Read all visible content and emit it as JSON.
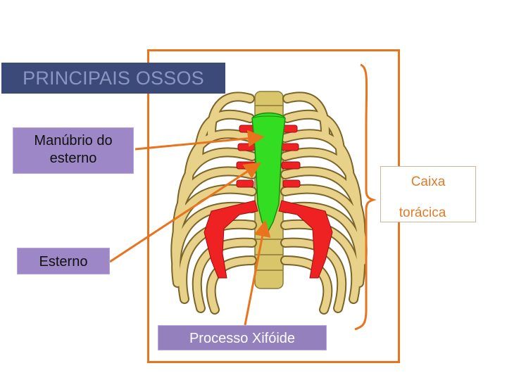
{
  "title": "PRINCIPAIS OSSOS",
  "labels": {
    "manubrio": "Manúbrio do esterno",
    "esterno": "Esterno",
    "xifoide": "Processo Xifóide",
    "caixa_line1": "Caixa",
    "caixa_line2": "torácica"
  },
  "colors": {
    "frame": "#e8741e",
    "arrow": "#e8741e",
    "title_bg": "#3c4a7a",
    "title_text": "#8a96c2",
    "label_bg": "#9d87c6",
    "rib": "#e8d28a",
    "sternum": "#33dd22",
    "cartilage": "#ee2222",
    "spine": "#d9c56a"
  }
}
